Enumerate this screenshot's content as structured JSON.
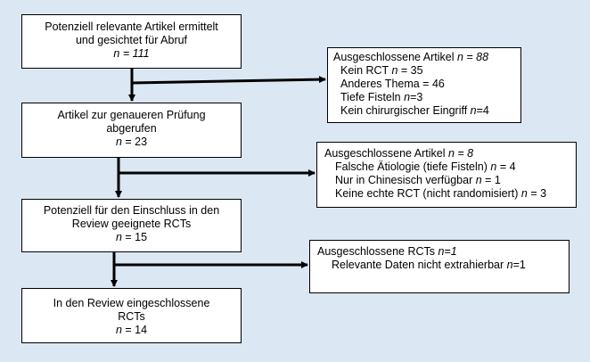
{
  "flow": {
    "step1": {
      "line1": "Potenziell relevante Artikel ermittelt",
      "line2": "und gesichtet für Abruf",
      "n_label": "n",
      "n_value": " = 111"
    },
    "step2": {
      "line1": "Artikel zur genaueren Prüfung",
      "line2": "abgerufen",
      "n_label": "n",
      "n_value": " = 23"
    },
    "step3": {
      "line1": "Potenziell für den Einschluss in den",
      "line2": "Review geeignete RCTs",
      "n_label": "n",
      "n_value": " = 15"
    },
    "step4": {
      "line1": "In den Review eingeschlossene",
      "line2": "RCTs",
      "n_label": "n",
      "n_value": " = 14"
    }
  },
  "exclusions": {
    "ex1": {
      "title": "Ausgeschlossene Artikel ",
      "title_n": "n = 88",
      "items": [
        {
          "text": "Kein RCT ",
          "n": "n",
          "val": " = 35"
        },
        {
          "text": "Anderes Thema = 46"
        },
        {
          "text": "Tiefe Fisteln",
          "n": "n",
          "val": "=3"
        },
        {
          "text": "Kein chirurgischer Eingriff ",
          "n": "n",
          "val": "=4"
        }
      ]
    },
    "ex2": {
      "title": "Ausgeschlossene Artikel ",
      "title_n": "n = 8",
      "items": [
        {
          "text": "Falsche Ätiologie (tiefe Fisteln) ",
          "n": "n",
          "val": " = 4"
        },
        {
          "text": "Nur in Chinesisch verfügbar ",
          "n": "n",
          "val": " = 1"
        },
        {
          "text": "Keine echte RCT (nicht randomisiert) ",
          "n": "n",
          "val": " = 3"
        }
      ]
    },
    "ex3": {
      "title": "Ausgeschlossene RCTs ",
      "title_n": "n=1",
      "items": [
        {
          "text": "Relevante Daten nicht extrahierbar ",
          "n": "n",
          "val": "=1"
        }
      ]
    }
  }
}
